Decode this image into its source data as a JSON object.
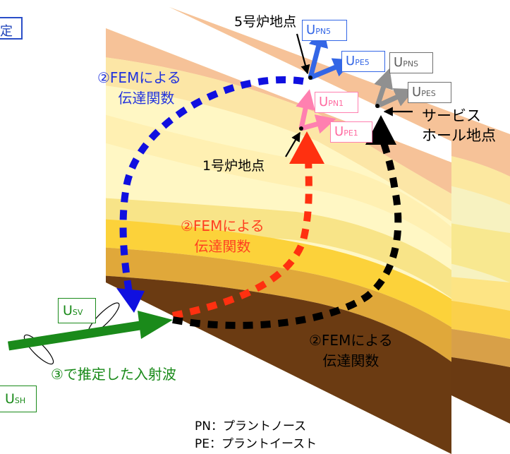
{
  "corner_fragment": "定",
  "unit5_location": "5号炉地点",
  "unit1_location": "1号炉地点",
  "service_hole_location": [
    "サービス",
    "ホール地点"
  ],
  "fem_transfer_upper_left": [
    "②FEMによる",
    "伝達関数"
  ],
  "fem_transfer_center": [
    "②FEMによる",
    "伝達関数"
  ],
  "fem_transfer_lower_right": [
    "②FEMによる",
    "伝達関数"
  ],
  "incident_wave_label": "③で推定した入射波",
  "legend": [
    "PN：プラントノース",
    "PE：プラントイースト"
  ],
  "boxes": {
    "upn5": {
      "main": "U",
      "sub": "PN5"
    },
    "upe5": {
      "main": "U",
      "sub": "PE5"
    },
    "upns": {
      "main": "U",
      "sub": "PNS"
    },
    "upes": {
      "main": "U",
      "sub": "PES"
    },
    "upn1": {
      "main": "U",
      "sub": "PN1"
    },
    "upe1": {
      "main": "U",
      "sub": "PE1"
    },
    "usv": {
      "main": "U",
      "sub": "SV"
    },
    "ush": {
      "main": "U",
      "sub": "SH"
    }
  },
  "colors": {
    "unit5": "#3366e6",
    "unit1": "#ff80b0",
    "service": "#909090",
    "incident": "#1a8a1a",
    "path_blue": "#1010e0",
    "path_red": "#ff3010",
    "path_black": "#101010"
  }
}
